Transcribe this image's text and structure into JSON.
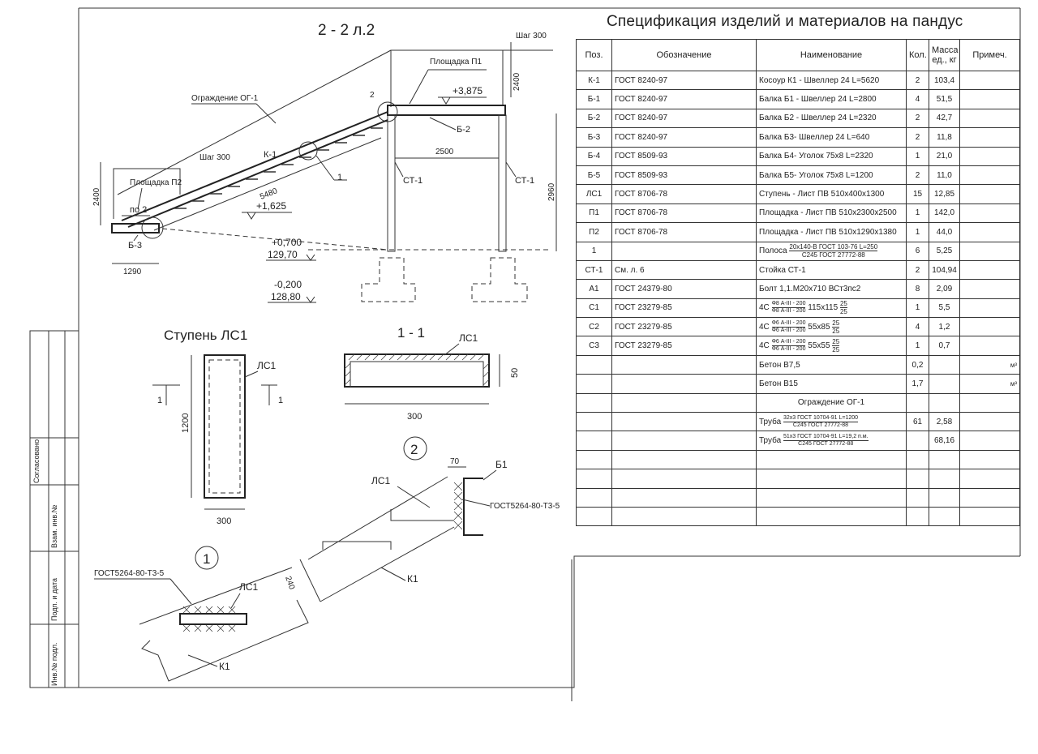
{
  "section_title": "2 - 2 л.2",
  "labels": {
    "step_300_top": "Шаг 300",
    "dim_2400_top": "2400",
    "platform_p1": "Площадка П1",
    "railing": "Ограждение ОГ-1",
    "num_2": "2",
    "level_3875": "+3,875",
    "b2": "Б-2",
    "k1_top": "К-1",
    "step_300_mid": "Шаг 300",
    "dim_2500": "2500",
    "platform_p2": "Площадка П2",
    "dim_2400_left": "2400",
    "dim_5480": "5480",
    "num_1": "1",
    "st1_left": "СТ-1",
    "st1_right": "СТ-1",
    "dim_2960": "2960",
    "po2": "по 2",
    "level_1625": "+1,625",
    "b3": "Б-3",
    "level_0700": "+0,700",
    "level_12970": "129,70",
    "dim_1290": "1290",
    "level_m0200": "-0,200",
    "level_12880": "128,80",
    "step_title": "Ступень ЛС1",
    "ls1_step": "ЛС1",
    "cut_1_left": "1",
    "cut_1_right": "1",
    "dim_1200": "1200",
    "dim_300_step": "300",
    "section_1_1": "1 - 1",
    "ls1_section": "ЛС1",
    "dim_50": "50",
    "dim_300_section": "300",
    "node_2": "2",
    "dim_70": "70",
    "b1": "Б1",
    "ls1_node2": "ЛС1",
    "gost_weld_2": "ГОСТ5264-80-Т3-5",
    "k1_node2": "К1",
    "node_1": "1",
    "gost_weld_1": "ГОСТ5264-80-Т3-5",
    "ls1_node1": "ЛС1",
    "dim_240": "240",
    "k1_node1": "К1"
  },
  "side_stamps": [
    "Согласовано",
    "Взам. инв.№",
    "Подп. и дата",
    "Инв.№ подл."
  ],
  "spec": {
    "title": "Спецификация изделий и материалов на пандус",
    "headers": [
      "Поз.",
      "Обозначение",
      "Наименование",
      "Кол.",
      "Масса ед., кг",
      "Примеч."
    ],
    "rows": [
      {
        "pos": "К-1",
        "doc": "ГОСТ 8240-97",
        "name": "Косоур К1 - Швеллер 24 L=5620",
        "qty": "2",
        "mass": "103,4",
        "note": ""
      },
      {
        "pos": "Б-1",
        "doc": "ГОСТ 8240-97",
        "name": "Балка Б1 - Швеллер 24 L=2800",
        "qty": "4",
        "mass": "51,5",
        "note": ""
      },
      {
        "pos": "Б-2",
        "doc": "ГОСТ 8240-97",
        "name": "Балка Б2 - Швеллер 24 L=2320",
        "qty": "2",
        "mass": "42,7",
        "note": ""
      },
      {
        "pos": "Б-3",
        "doc": "ГОСТ 8240-97",
        "name": "Балка Б3- Швеллер 24 L=640",
        "qty": "2",
        "mass": "11,8",
        "note": ""
      },
      {
        "pos": "Б-4",
        "doc": "ГОСТ 8509-93",
        "name": "Балка Б4- Уголок 75х8 L=2320",
        "qty": "1",
        "mass": "21,0",
        "note": ""
      },
      {
        "pos": "Б-5",
        "doc": "ГОСТ 8509-93",
        "name": "Балка Б5- Уголок 75х8 L=1200",
        "qty": "2",
        "mass": "11,0",
        "note": ""
      },
      {
        "pos": "ЛС1",
        "doc": "ГОСТ 8706-78",
        "name": "Ступень - Лист ПВ 510х400х1300",
        "qty": "15",
        "mass": "12,85",
        "note": ""
      },
      {
        "pos": "П1",
        "doc": "ГОСТ 8706-78",
        "name": "Площадка - Лист ПВ 510х2300х2500",
        "qty": "1",
        "mass": "142,0",
        "note": ""
      },
      {
        "pos": "П2",
        "doc": "ГОСТ 8706-78",
        "name": "Площадка - Лист ПВ 510х1290х1380",
        "qty": "1",
        "mass": "44,0",
        "note": ""
      }
    ],
    "strip_row": {
      "pos": "1",
      "name_prefix": "Полоса",
      "name_top": "20х140-В ГОСТ 103-76 L=250",
      "name_bottom": "С245 ГОСТ 27772-88",
      "qty": "6",
      "mass": "5,25"
    },
    "rows2": [
      {
        "pos": "СТ-1",
        "doc": "См. л. 6",
        "name": "Стойка СТ-1",
        "qty": "2",
        "mass": "104,94",
        "note": ""
      },
      {
        "pos": "А1",
        "doc": "ГОСТ 24379-80",
        "name": "Болт 1,1.М20х710 ВСт3пс2",
        "qty": "8",
        "mass": "2,09",
        "note": ""
      }
    ],
    "mesh_rows": [
      {
        "pos": "С1",
        "doc": "ГОСТ 23279-85",
        "prefix": "4С",
        "top": "Ф8 А-III - 200",
        "bottom": "Ф8 А-III - 200",
        "size": "115х115",
        "f_top": "25",
        "f_bottom": "25",
        "qty": "1",
        "mass": "5,5"
      },
      {
        "pos": "С2",
        "doc": "ГОСТ 23279-85",
        "prefix": "4С",
        "top": "Ф6 А-III - 200",
        "bottom": "Ф6 А-III - 200",
        "size": "55х85",
        "f_top": "25",
        "f_bottom": "25",
        "qty": "4",
        "mass": "1,2"
      },
      {
        "pos": "С3",
        "doc": "ГОСТ 23279-85",
        "prefix": "4С",
        "top": "Ф6 А-III - 200",
        "bottom": "Ф6 А-III - 200",
        "size": "55х55",
        "f_top": "25",
        "f_bottom": "25",
        "qty": "1",
        "mass": "0,7"
      }
    ],
    "concrete_rows": [
      {
        "name": "Бетон В7,5",
        "qty": "0,2",
        "note": "м³"
      },
      {
        "name": "Бетон В15",
        "qty": "1,7",
        "note": "м³"
      }
    ],
    "railing_header": "Ограждение ОГ-1",
    "pipe_rows": [
      {
        "prefix": "Труба",
        "top": "32х3 ГОСТ 10704-91 L=1200",
        "bottom": "С245 ГОСТ 27772-88",
        "qty": "61",
        "mass": "2,58"
      },
      {
        "prefix": "Труба",
        "top": "51х3 ГОСТ 10704-91 L=19,2 п.м.",
        "bottom": "С245 ГОСТ 27772-88",
        "qty": "",
        "mass": "68,16"
      }
    ]
  }
}
